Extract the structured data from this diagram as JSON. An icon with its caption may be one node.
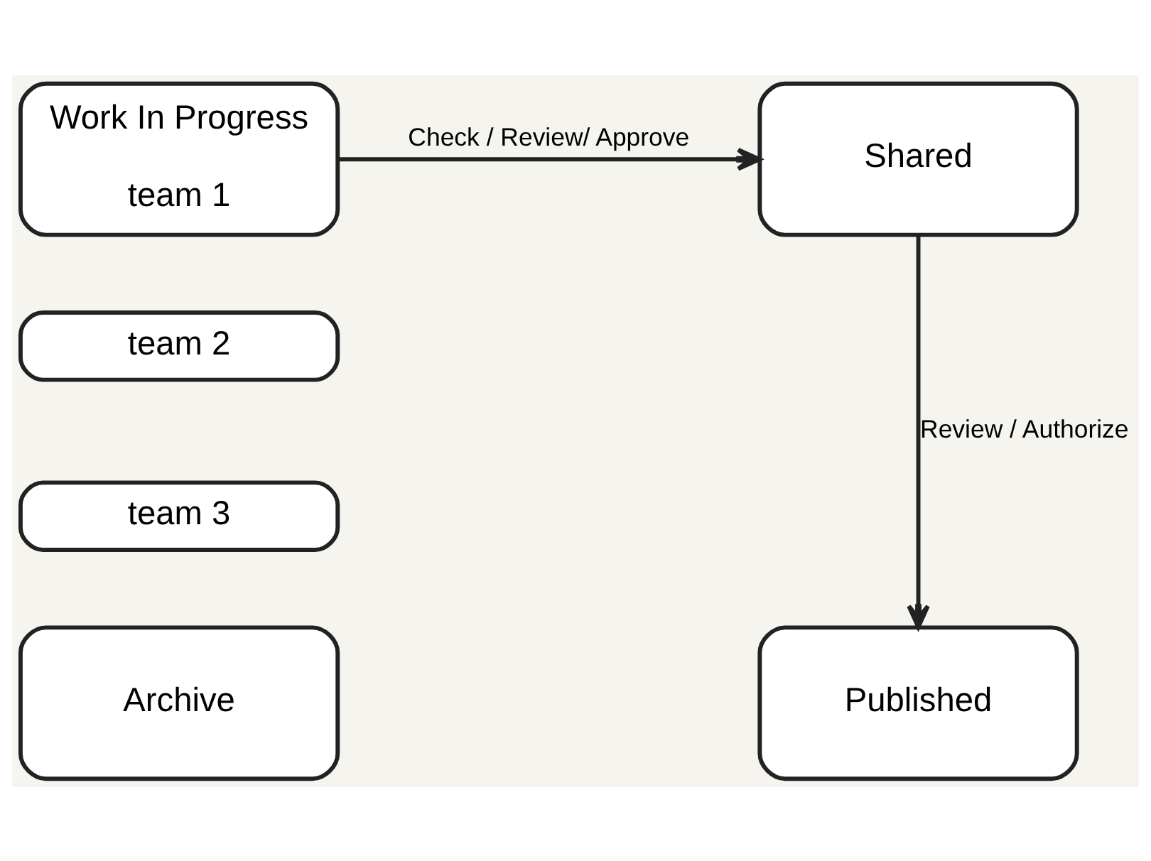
{
  "diagram": {
    "nodes": [
      {
        "text": [
          "Shared"
        ]
      },
      {
        "text": [
          "Work In Progress",
          "team 1"
        ]
      },
      {
        "text": [
          "team 2"
        ]
      },
      {
        "text": [
          "team 3"
        ]
      },
      {
        "text": [
          "Published"
        ]
      },
      {
        "text": [
          "Archive"
        ]
      }
    ],
    "edges": [
      {
        "from": 1,
        "to": 0,
        "arrow": "to",
        "label": "Check / Review/ Approve"
      },
      {
        "from": 0,
        "to": 4,
        "arrow": "to",
        "label": "Review / Authorize"
      }
    ]
  }
}
